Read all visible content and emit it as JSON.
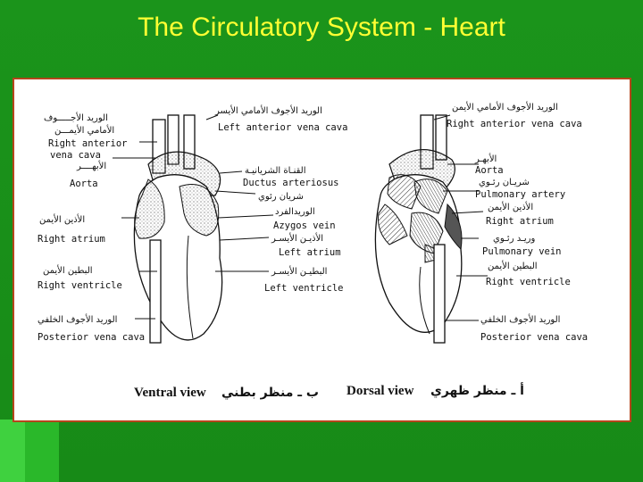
{
  "slide": {
    "title": "The Circulatory System - Heart"
  },
  "diagram": {
    "ventral": {
      "labels": {
        "right_anterior_vc_ar1": "الوريد الأجـــــوف",
        "right_anterior_vc_ar2": "الأمامي الأيمـــن",
        "right_anterior_vc_en1": "Right anterior",
        "right_anterior_vc_en2": "vena cava",
        "aorta_ar": "الأبهــــر",
        "aorta_en": "Aorta",
        "right_atrium_ar": "الأذين الأيمن",
        "right_atrium_en": "Right atrium",
        "right_ventricle_ar": "البطين الأيمن",
        "right_ventricle_en": "Right ventricle",
        "posterior_vc_ar": "الوريد الأجوف الخلفي",
        "posterior_vc_en": "Posterior vena cava",
        "left_anterior_vc_ar": "الوريد الأجوف الأمامي الأيسر",
        "left_anterior_vc_en": "Left anterior vena cava",
        "ductus_ar": "القنـاة الشريانيـة",
        "ductus_en": "Ductus arteriosus",
        "pulm_artery_ar": "شريان رئوي",
        "azygos_ar": "الوريدالفرد",
        "azygos_en": "Azygos vein",
        "left_atrium_ar": "الأذيـن الأيسـر",
        "left_atrium_en": "Left atrium",
        "left_ventricle_ar": "البطيـن الأيسـر",
        "left_ventricle_en": "Left ventricle"
      },
      "caption_en": "Ventral view",
      "caption_ar": "ب ـ منظر بطني"
    },
    "dorsal": {
      "labels": {
        "right_anterior_vc_ar": "الوريد الأجوف الأمامي الأيمن",
        "right_anterior_vc_en": "Right anterior vena cava",
        "aorta_ar": "الأبهـر",
        "aorta_en": "Aorta",
        "pulm_artery_ar": "شريـان رئـوي",
        "pulm_artery_en": "Pulmonary artery",
        "right_atrium_ar": "الأذين الأيمن",
        "right_atrium_en": "Right atrium",
        "pulm_vein_ar": "وريـد رئـوي",
        "pulm_vein_en": "Pulmonary vein",
        "right_ventricle_ar": "البطين الأيمن",
        "right_ventricle_en": "Right ventricle",
        "posterior_vc_ar": "الوريد الأجوف الخلفي",
        "posterior_vc_en": "Posterior vena cava"
      },
      "caption_en": "Dorsal view",
      "caption_ar": "أ ـ منظر ظهري"
    }
  }
}
